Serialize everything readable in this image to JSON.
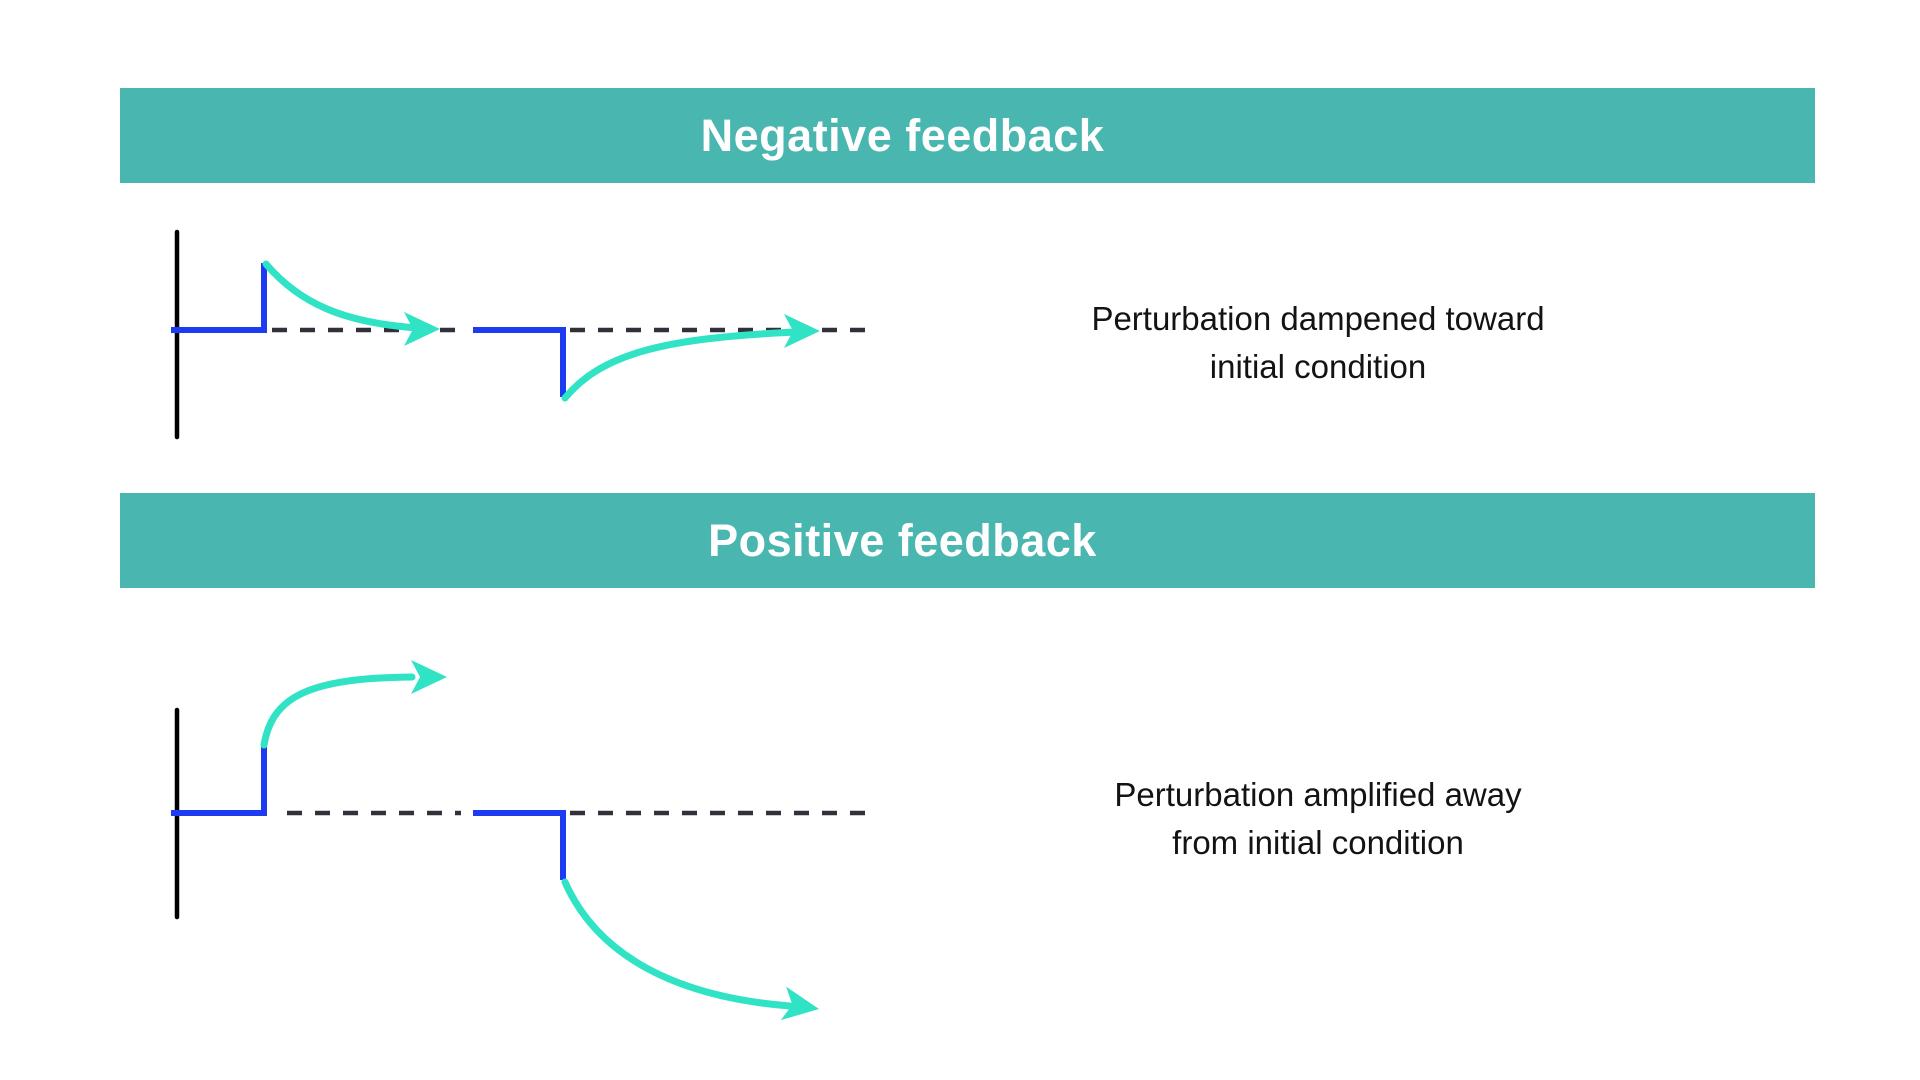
{
  "page": {
    "background": "#ffffff"
  },
  "colors": {
    "page_bg": "#ffffff",
    "banner_bg": "#4ab6b0",
    "banner_text": "#ffffff",
    "signal_blue": "#1d3bf0",
    "arrow_teal": "#30e3c4",
    "dash_gray": "#31313c",
    "axis_black": "#000000",
    "caption_text": "#131313"
  },
  "icons": {
    "arrowhead": "right-arrowhead"
  },
  "sections": [
    {
      "id": "negative",
      "banner_label": "Negative feedback",
      "caption_line1": "Perturbation dampened toward",
      "caption_line2": "initial condition"
    },
    {
      "id": "positive",
      "banner_label": "Positive feedback",
      "caption_line1": "Perturbation amplified away",
      "caption_line2": "from initial condition"
    }
  ]
}
